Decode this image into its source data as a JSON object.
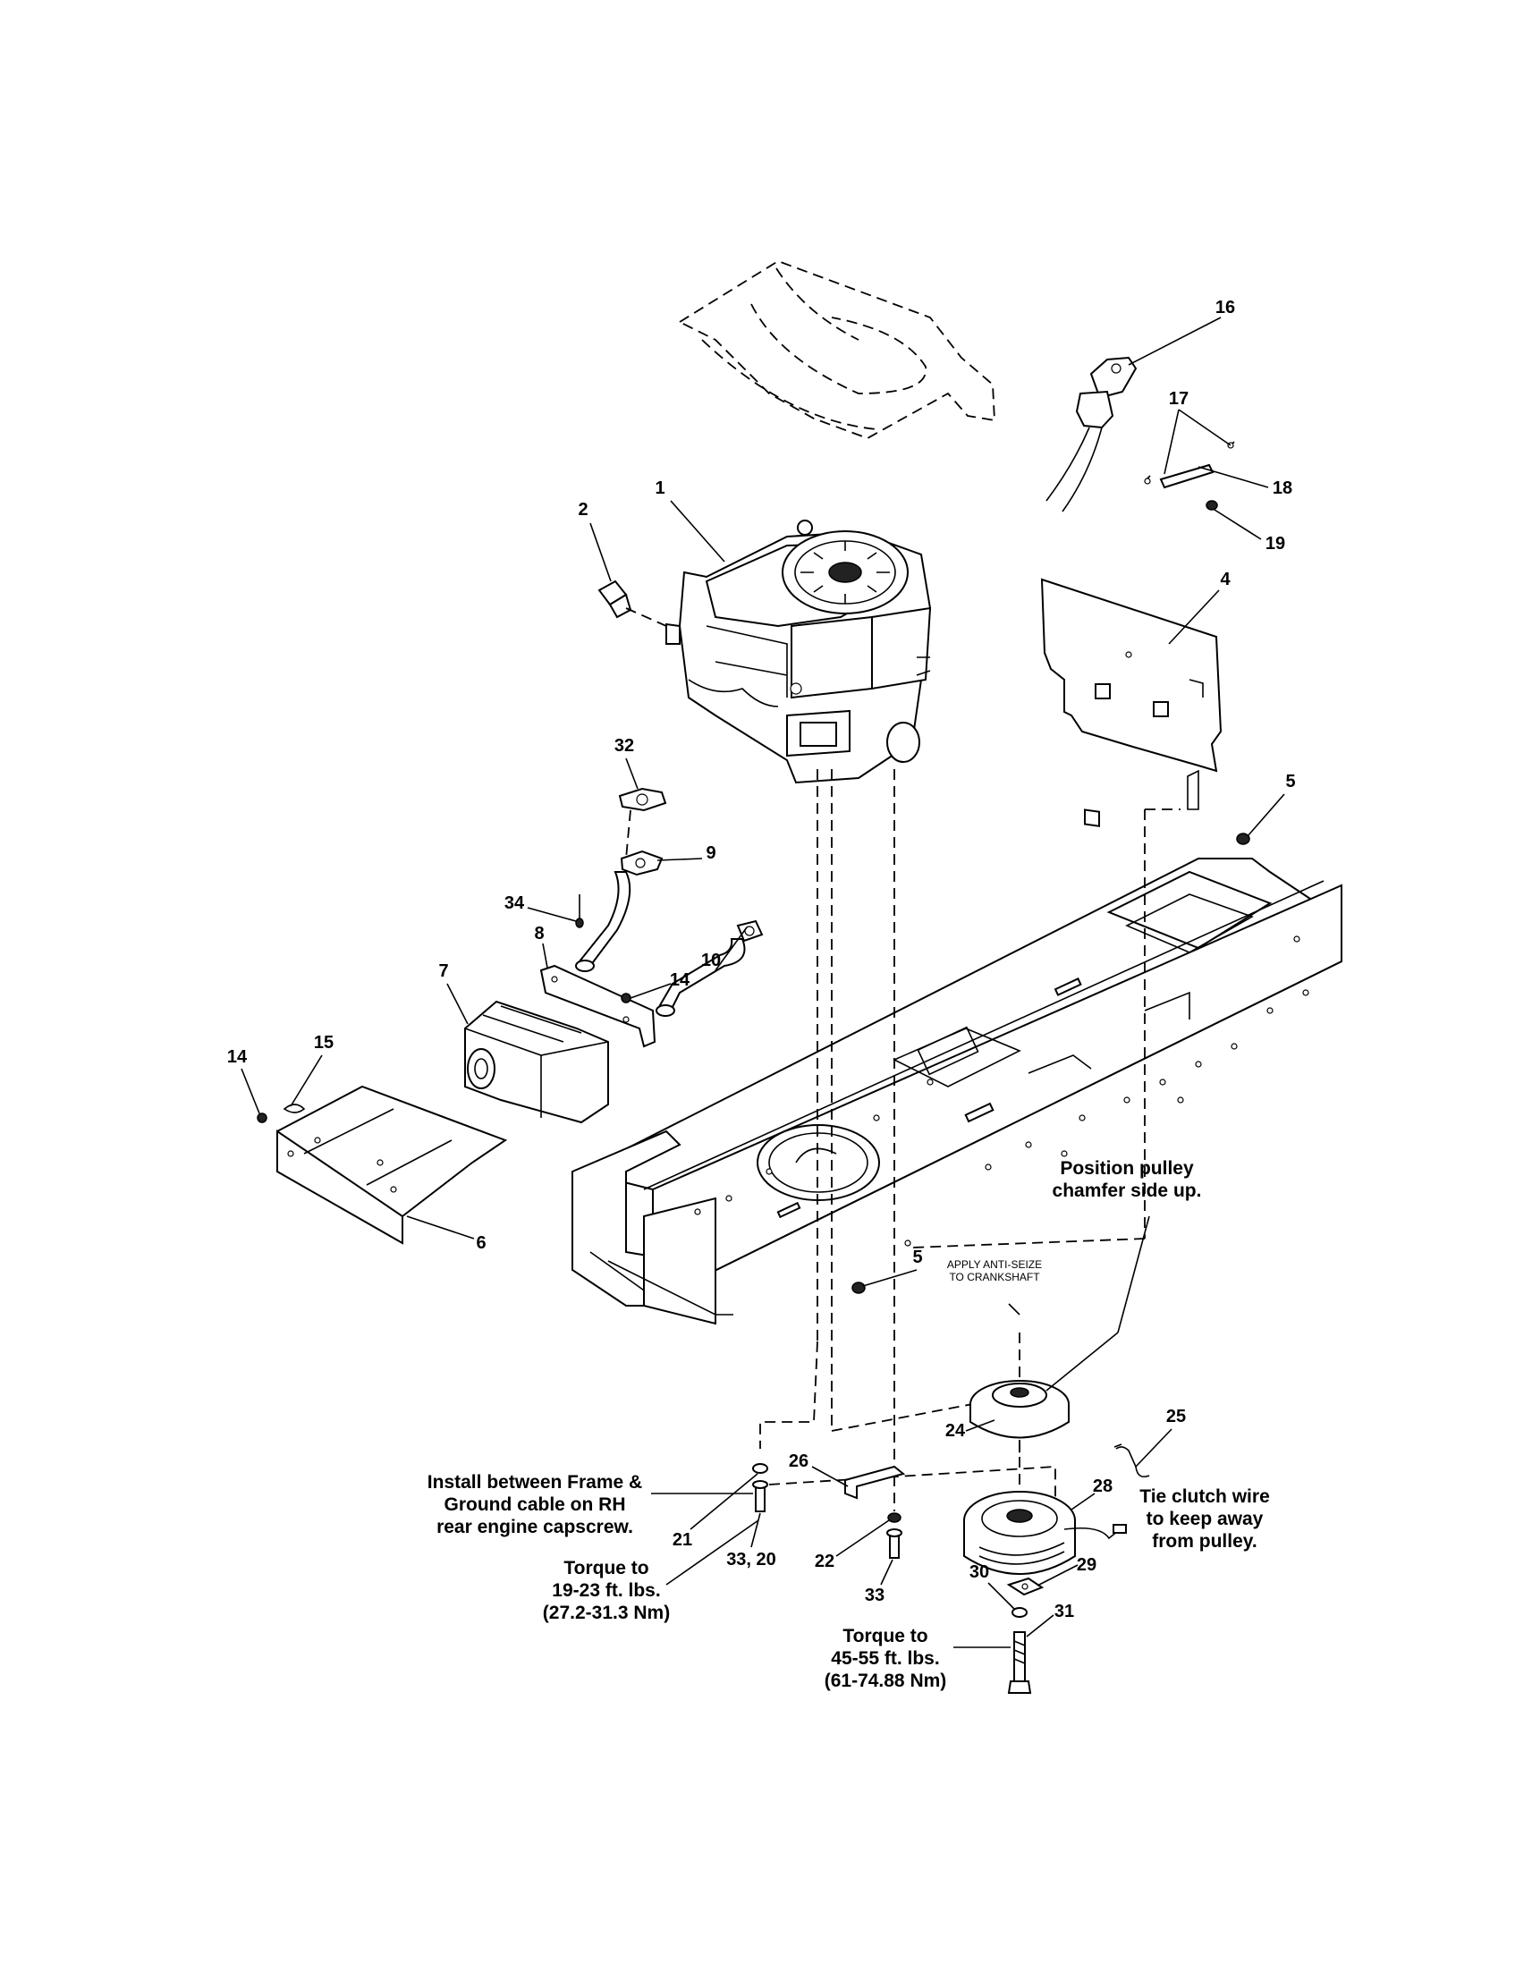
{
  "callouts": [
    {
      "id": "c16",
      "text": "16"
    },
    {
      "id": "c17",
      "text": "17"
    },
    {
      "id": "c18",
      "text": "18"
    },
    {
      "id": "c19",
      "text": "19"
    },
    {
      "id": "c1",
      "text": "1"
    },
    {
      "id": "c2",
      "text": "2"
    },
    {
      "id": "c4",
      "text": "4"
    },
    {
      "id": "c5a",
      "text": "5"
    },
    {
      "id": "c32",
      "text": "32"
    },
    {
      "id": "c9",
      "text": "9"
    },
    {
      "id": "c34",
      "text": "34"
    },
    {
      "id": "c8",
      "text": "8"
    },
    {
      "id": "c10",
      "text": "10"
    },
    {
      "id": "c7",
      "text": "7"
    },
    {
      "id": "c14a",
      "text": "14"
    },
    {
      "id": "c14b",
      "text": "14"
    },
    {
      "id": "c15",
      "text": "15"
    },
    {
      "id": "c6",
      "text": "6"
    },
    {
      "id": "c5b",
      "text": "5"
    },
    {
      "id": "c24",
      "text": "24"
    },
    {
      "id": "c25",
      "text": "25"
    },
    {
      "id": "c26",
      "text": "26"
    },
    {
      "id": "c28",
      "text": "28"
    },
    {
      "id": "c21",
      "text": "21"
    },
    {
      "id": "c3320",
      "text": "33, 20"
    },
    {
      "id": "c22",
      "text": "22"
    },
    {
      "id": "c33",
      "text": "33"
    },
    {
      "id": "c29",
      "text": "29"
    },
    {
      "id": "c30",
      "text": "30"
    },
    {
      "id": "c31",
      "text": "31"
    }
  ],
  "notes": {
    "pulley": [
      "Position pulley",
      "chamfer side up."
    ],
    "antiseize": [
      "APPLY ANTI-SEIZE",
      "TO CRANKSHAFT"
    ],
    "install": [
      "Install between Frame &",
      "Ground cable on RH",
      "rear engine capscrew."
    ],
    "torque1": [
      "Torque to",
      "19-23 ft. lbs.",
      "(27.2-31.3 Nm)"
    ],
    "torque2": [
      "Torque to",
      "45-55 ft. lbs.",
      "(61-74.88 Nm)"
    ],
    "tie": [
      "Tie clutch wire",
      "to keep away",
      "from pulley."
    ]
  }
}
